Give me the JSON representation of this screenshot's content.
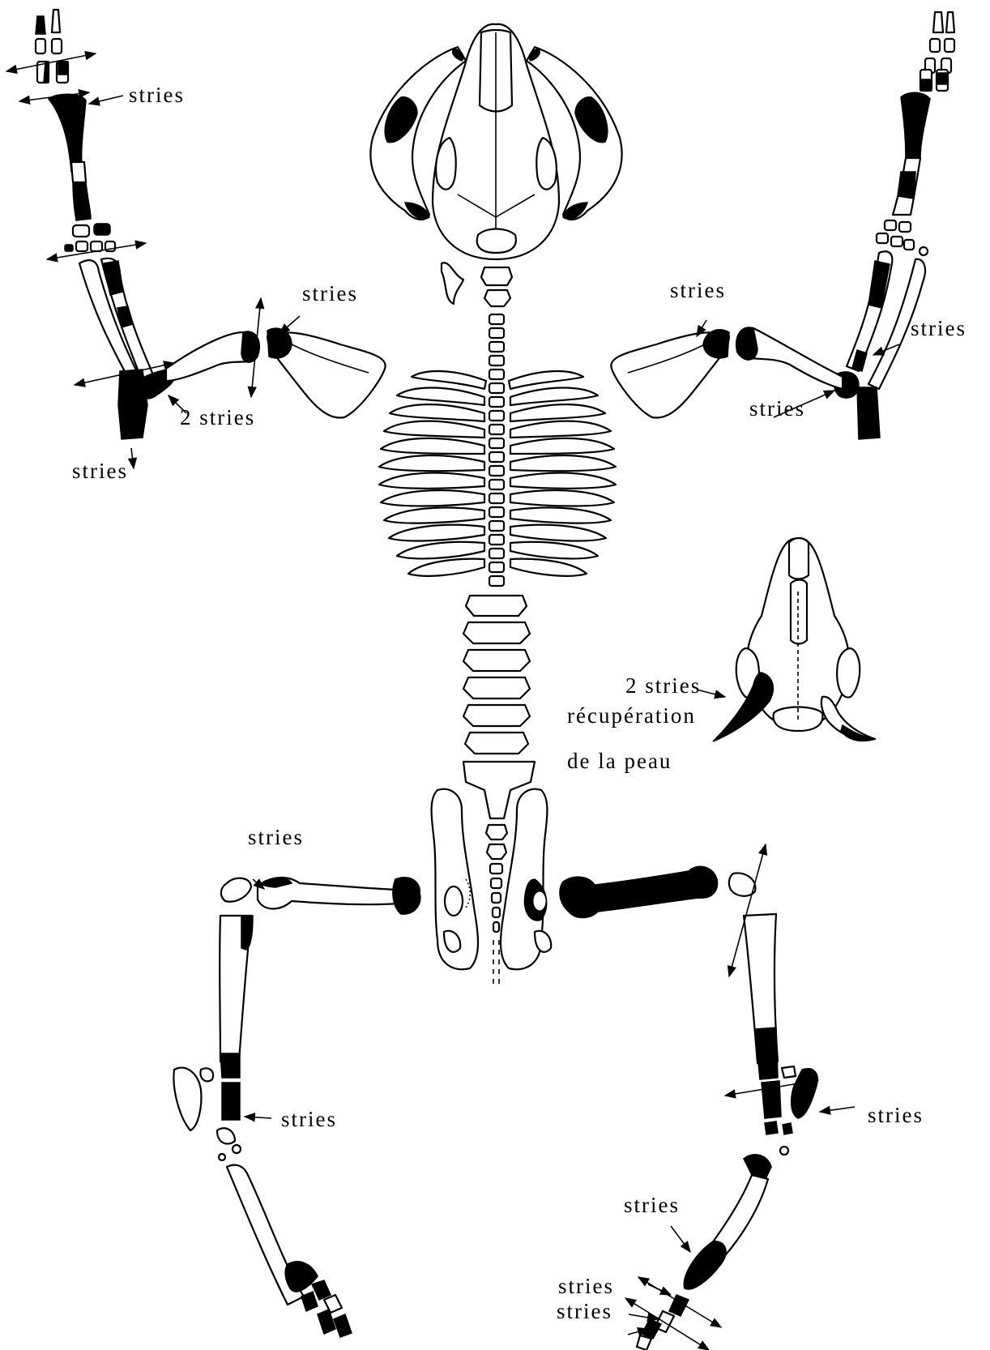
{
  "labels": {
    "stries": "stries",
    "two_stries": "2  stries",
    "two_stries_skull": "2  stries",
    "recuperation": "récupération",
    "de_la_peau": "de  la  peau"
  }
}
